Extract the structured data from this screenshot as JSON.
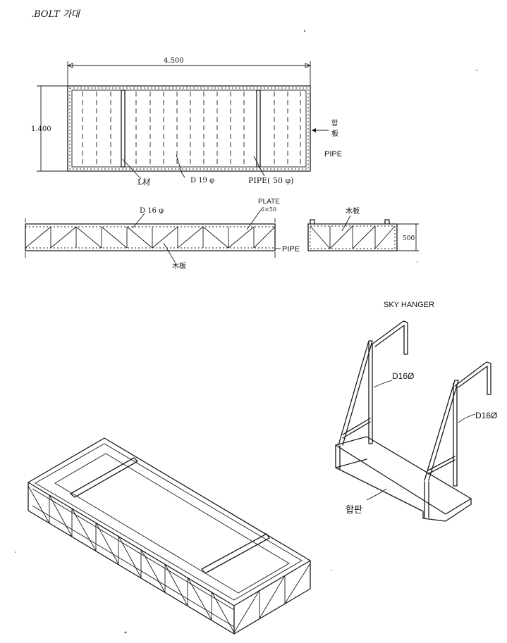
{
  "header": {
    "title": ".BOLT 가대"
  },
  "plan": {
    "width_dim": "4.500",
    "height_dim": "1.400",
    "right_label_1": "합",
    "right_label_2": "板",
    "pipe_label": "PIPE",
    "bottom_label_1": "L材",
    "bottom_label_2": "D 19 φ",
    "bottom_label_3": "PIPE( 50 φ)"
  },
  "side_view": {
    "bar_label": "D 16 φ",
    "plate_label": "PLATE",
    "plate_size": "6×50",
    "pipe_label": "PIPE",
    "board_label": "木板"
  },
  "end_view": {
    "board_label": "木板",
    "height_dim": "500"
  },
  "sky_hanger": {
    "title": "SKY HANGER",
    "bar_label_1": "D16Ø",
    "bar_label_2": "D16Ø",
    "board_label": "합판"
  }
}
